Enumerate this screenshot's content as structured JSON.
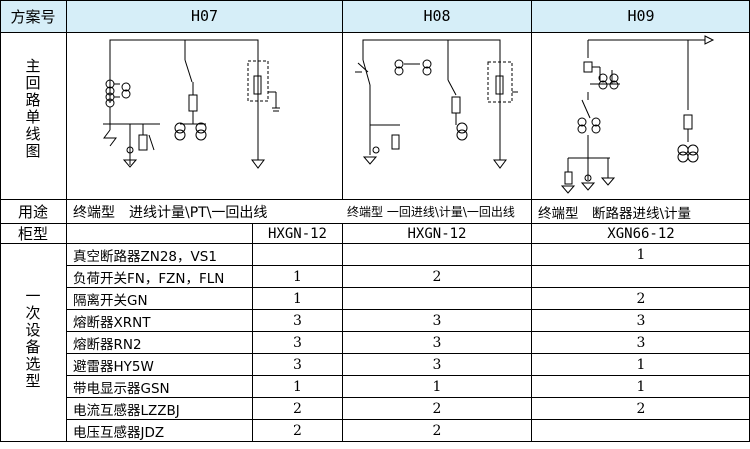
{
  "header": {
    "scheme_label": "方案号",
    "columns": [
      "H07",
      "H08",
      "H09"
    ]
  },
  "row_labels": {
    "main_circuit": [
      "主",
      "回",
      "路",
      "单",
      "线",
      "图"
    ],
    "usage": "用途",
    "cabinet": "柜型",
    "primary_equipment": [
      "一",
      "次",
      "设",
      "备",
      "选",
      "型"
    ]
  },
  "usage": [
    "终端型　进线计量\\PT\\一回出线",
    "终端型 一回进线\\计量\\一回出线",
    "终端型　断路器进线\\计量"
  ],
  "cabinet": [
    "HXGN-12",
    "HXGN-12",
    "XGN66-12"
  ],
  "equipment": [
    {
      "name": "真空断路器ZN28，VS1",
      "h07": "",
      "h08": "",
      "h09": "1"
    },
    {
      "name": "负荷开关FN，FZN，FLN",
      "h07": "1",
      "h08": "2",
      "h09": ""
    },
    {
      "name": "隔离开关GN",
      "h07": "1",
      "h08": "",
      "h09": "2"
    },
    {
      "name": "熔断器XRNT",
      "h07": "3",
      "h08": "3",
      "h09": "3"
    },
    {
      "name": "熔断器RN2",
      "h07": "3",
      "h08": "3",
      "h09": "3"
    },
    {
      "name": "避雷器HY5W",
      "h07": "3",
      "h08": "3",
      "h09": "1"
    },
    {
      "name": "带电显示器GSN",
      "h07": "1",
      "h08": "1",
      "h09": "1"
    },
    {
      "name": "电流互感器LZZBJ",
      "h07": "2",
      "h08": "2",
      "h09": "2"
    },
    {
      "name": "电压互感器JDZ",
      "h07": "2",
      "h08": "2",
      "h09": ""
    }
  ]
}
